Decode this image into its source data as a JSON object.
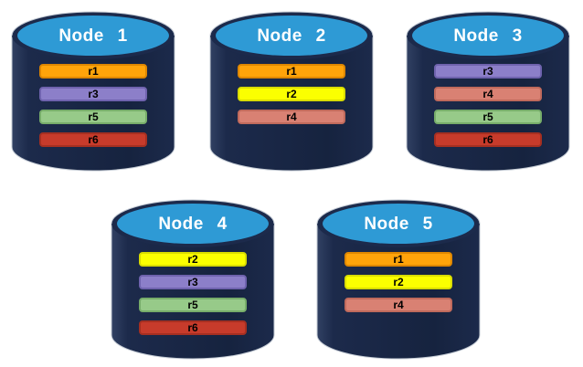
{
  "colors": {
    "background": "#ffffff",
    "cylinder_body": "#1C2A4B",
    "cylinder_body_light": "#314163",
    "cylinder_body_dark": "#16233F",
    "cylinder_top": "#2E9AD5",
    "outline": "#C6CDD6",
    "title_text": "#FFFFFF",
    "bar_text": "#000000"
  },
  "replica_colors": {
    "r1": {
      "fill": "#FFA40A",
      "border": "#DE8700"
    },
    "r2": {
      "fill": "#FBFF00",
      "border": "#D9DC00"
    },
    "r3": {
      "fill": "#8C7FC9",
      "border": "#6F63AE"
    },
    "r4": {
      "fill": "#D98173",
      "border": "#C06A5C"
    },
    "r5": {
      "fill": "#97CA89",
      "border": "#77AD6A"
    },
    "r6": {
      "fill": "#C73B2B",
      "border": "#A62F21"
    }
  },
  "nodes": [
    {
      "title": "Node 1",
      "replicas": [
        "r1",
        "r3",
        "r5",
        "r6"
      ]
    },
    {
      "title": "Node 2",
      "replicas": [
        "r1",
        "r2",
        "r4"
      ]
    },
    {
      "title": "Node 3",
      "replicas": [
        "r3",
        "r4",
        "r5",
        "r6"
      ]
    },
    {
      "title": "Node 4",
      "replicas": [
        "r2",
        "r3",
        "r5",
        "r6"
      ]
    },
    {
      "title": "Node 5",
      "replicas": [
        "r1",
        "r2",
        "r4"
      ]
    }
  ]
}
